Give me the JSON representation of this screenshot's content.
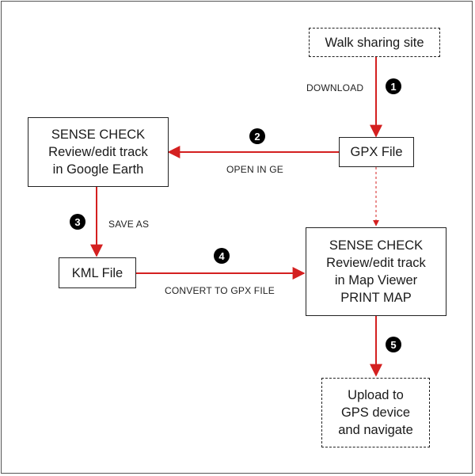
{
  "colors": {
    "arrow": "#d42020",
    "border": "#222222",
    "badge": "#000000"
  },
  "nodes": {
    "walk_sharing_site": {
      "lines": [
        "Walk sharing site"
      ],
      "style": "dashed"
    },
    "gpx_file": {
      "lines": [
        "GPX File"
      ],
      "style": "solid"
    },
    "sense_check_ge": {
      "lines": [
        "SENSE CHECK",
        "Review/edit track",
        "in Google Earth"
      ],
      "style": "solid"
    },
    "kml_file": {
      "lines": [
        "KML File"
      ],
      "style": "solid"
    },
    "sense_check_mv": {
      "lines": [
        "SENSE CHECK",
        "Review/edit track",
        "in Map Viewer",
        "PRINT MAP"
      ],
      "style": "solid"
    },
    "upload_gps": {
      "lines": [
        "Upload to",
        "GPS device",
        "and navigate"
      ],
      "style": "dashed"
    }
  },
  "edges": {
    "download": {
      "label": "DOWNLOAD",
      "step": "1"
    },
    "open_in_ge": {
      "label": "OPEN IN GE",
      "step": "2"
    },
    "save_as": {
      "label": "SAVE AS",
      "step": "3"
    },
    "convert": {
      "label": "CONVERT TO GPX FILE",
      "step": "4"
    },
    "upload": {
      "label": "",
      "step": "5"
    },
    "gpx_to_mapviewer": {
      "label": "",
      "style": "dotted"
    }
  }
}
